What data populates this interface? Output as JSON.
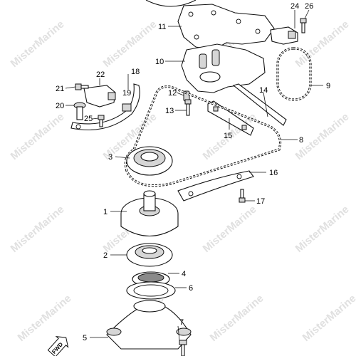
{
  "watermark": {
    "text": "MisterMarine"
  },
  "fwd_badge": {
    "text": "FWD"
  },
  "callouts": {
    "c1": "1",
    "c2": "2",
    "c3": "3",
    "c4": "4",
    "c5": "5",
    "c6": "6",
    "c7": "7",
    "c8": "8",
    "c9": "9",
    "c10": "10",
    "c11": "11",
    "c12": "12",
    "c13": "13",
    "c14": "14",
    "c15": "15",
    "c16": "16",
    "c17": "17",
    "c18": "18",
    "c19": "19",
    "c20": "20",
    "c21": "21",
    "c22": "22",
    "c24": "24",
    "c25": "25",
    "c26": "26"
  }
}
